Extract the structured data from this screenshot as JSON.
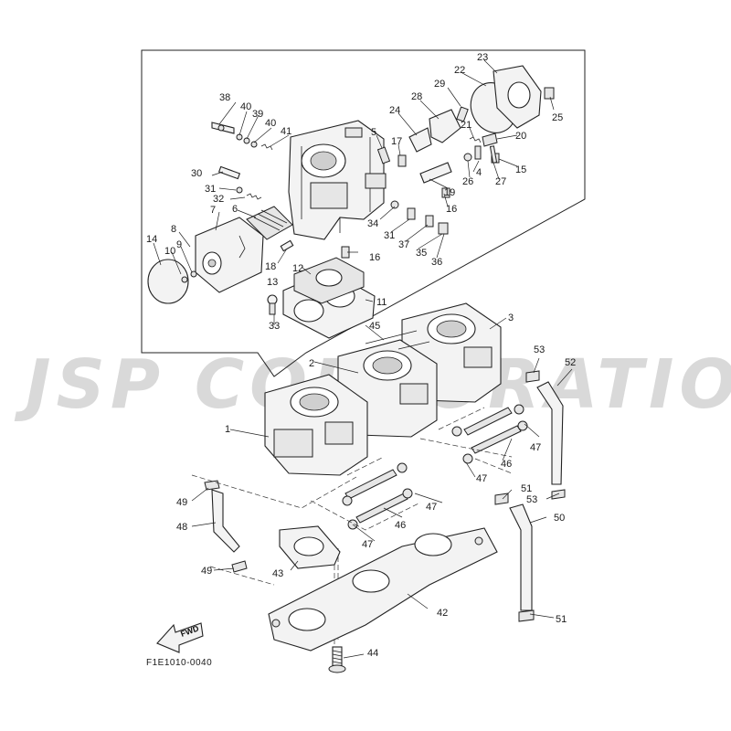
{
  "watermark": "JSP CORPORATION",
  "diagram_code": "F1E1010-0040",
  "fwd_label": "FWD",
  "callouts": [
    {
      "id": "c1",
      "label": "1"
    },
    {
      "id": "c2",
      "label": "2"
    },
    {
      "id": "c3",
      "label": "3"
    },
    {
      "id": "c4",
      "label": "4"
    },
    {
      "id": "c5",
      "label": "5"
    },
    {
      "id": "c6",
      "label": "6"
    },
    {
      "id": "c7",
      "label": "7"
    },
    {
      "id": "c8",
      "label": "8"
    },
    {
      "id": "c9",
      "label": "9"
    },
    {
      "id": "c10",
      "label": "10"
    },
    {
      "id": "c11",
      "label": "11"
    },
    {
      "id": "c12",
      "label": "12"
    },
    {
      "id": "c13",
      "label": "13"
    },
    {
      "id": "c14",
      "label": "14"
    },
    {
      "id": "c15",
      "label": "15"
    },
    {
      "id": "c16a",
      "label": "16"
    },
    {
      "id": "c16b",
      "label": "16"
    },
    {
      "id": "c17",
      "label": "17"
    },
    {
      "id": "c18",
      "label": "18"
    },
    {
      "id": "c19",
      "label": "19"
    },
    {
      "id": "c20",
      "label": "20"
    },
    {
      "id": "c21",
      "label": "21"
    },
    {
      "id": "c22",
      "label": "22"
    },
    {
      "id": "c23",
      "label": "23"
    },
    {
      "id": "c24",
      "label": "24"
    },
    {
      "id": "c25",
      "label": "25"
    },
    {
      "id": "c26",
      "label": "26"
    },
    {
      "id": "c27",
      "label": "27"
    },
    {
      "id": "c28",
      "label": "28"
    },
    {
      "id": "c29",
      "label": "29"
    },
    {
      "id": "c30",
      "label": "30"
    },
    {
      "id": "c31a",
      "label": "31"
    },
    {
      "id": "c31b",
      "label": "31"
    },
    {
      "id": "c32",
      "label": "32"
    },
    {
      "id": "c33",
      "label": "33"
    },
    {
      "id": "c34",
      "label": "34"
    },
    {
      "id": "c35",
      "label": "35"
    },
    {
      "id": "c36",
      "label": "36"
    },
    {
      "id": "c37",
      "label": "37"
    },
    {
      "id": "c38",
      "label": "38"
    },
    {
      "id": "c39",
      "label": "39"
    },
    {
      "id": "c40a",
      "label": "40"
    },
    {
      "id": "c40b",
      "label": "40"
    },
    {
      "id": "c41",
      "label": "41"
    },
    {
      "id": "c42",
      "label": "42"
    },
    {
      "id": "c43",
      "label": "43"
    },
    {
      "id": "c44",
      "label": "44"
    },
    {
      "id": "c45",
      "label": "45"
    },
    {
      "id": "c46a",
      "label": "46"
    },
    {
      "id": "c46b",
      "label": "46"
    },
    {
      "id": "c47a",
      "label": "47"
    },
    {
      "id": "c47b",
      "label": "47"
    },
    {
      "id": "c47c",
      "label": "47"
    },
    {
      "id": "c47d",
      "label": "47"
    },
    {
      "id": "c48",
      "label": "48"
    },
    {
      "id": "c49a",
      "label": "49"
    },
    {
      "id": "c49b",
      "label": "49"
    },
    {
      "id": "c50",
      "label": "50"
    },
    {
      "id": "c51a",
      "label": "51"
    },
    {
      "id": "c51b",
      "label": "51"
    },
    {
      "id": "c52",
      "label": "52"
    },
    {
      "id": "c53a",
      "label": "53"
    },
    {
      "id": "c53b",
      "label": "53"
    }
  ]
}
